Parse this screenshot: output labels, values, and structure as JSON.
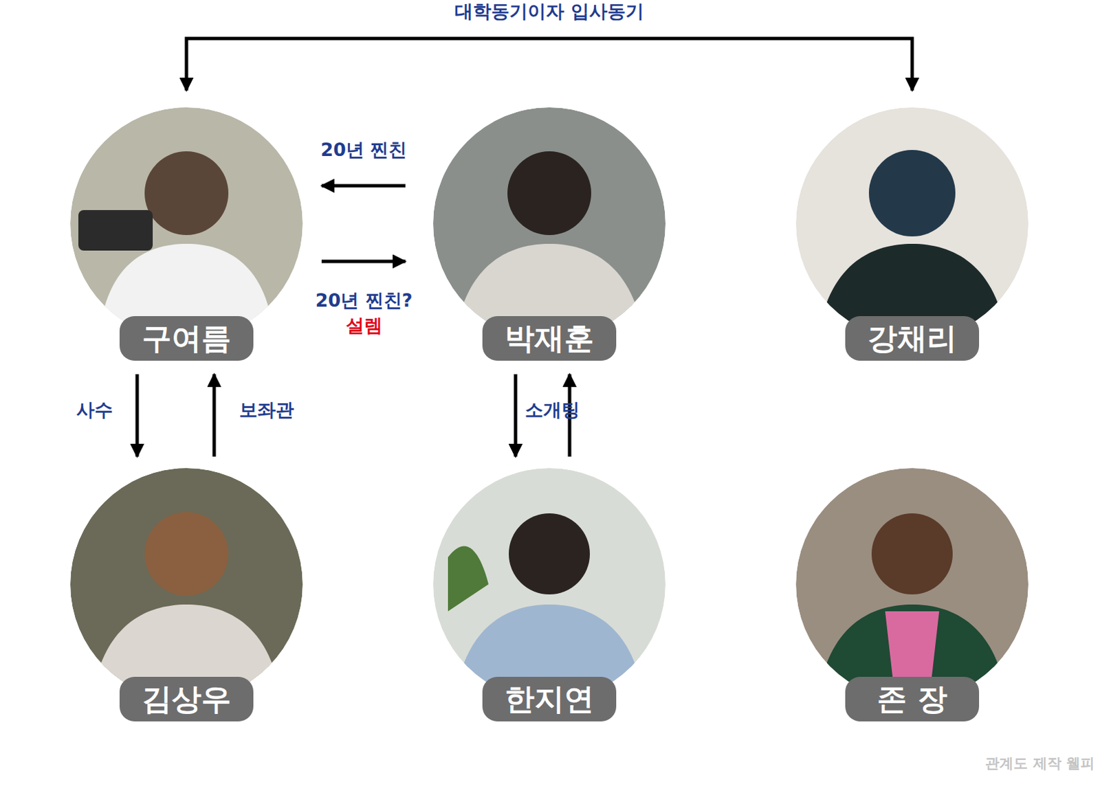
{
  "diagram": {
    "nodes": [
      {
        "text": [
          "구여름"
        ]
      },
      {
        "text": [
          "박재훈"
        ]
      },
      {
        "text": [
          "강채리"
        ]
      },
      {
        "text": [
          "김상우"
        ]
      },
      {
        "text": [
          "한지연"
        ]
      },
      {
        "text": [
          "존 장"
        ]
      }
    ],
    "edges": [
      {
        "from": 0,
        "to": 2,
        "arrow": "both",
        "label": "대학동기이자 입사동기"
      },
      {
        "from": 1,
        "to": 0,
        "arrow": "to",
        "label": "20년 찐친"
      },
      {
        "from": 0,
        "to": 1,
        "arrow": "to",
        "label": "20년 찐친?"
      },
      {
        "from": 0,
        "to": 3,
        "arrow": "to",
        "label": "사수"
      },
      {
        "from": 3,
        "to": 0,
        "arrow": "to",
        "label": "보좌관"
      },
      {
        "from": 1,
        "to": 4,
        "arrow": "to",
        "label": "소개팅"
      },
      {
        "from": 4,
        "to": 1,
        "arrow": "to"
      }
    ],
    "labels": [
      "설렘",
      "관계도 제작 웰피"
    ]
  }
}
